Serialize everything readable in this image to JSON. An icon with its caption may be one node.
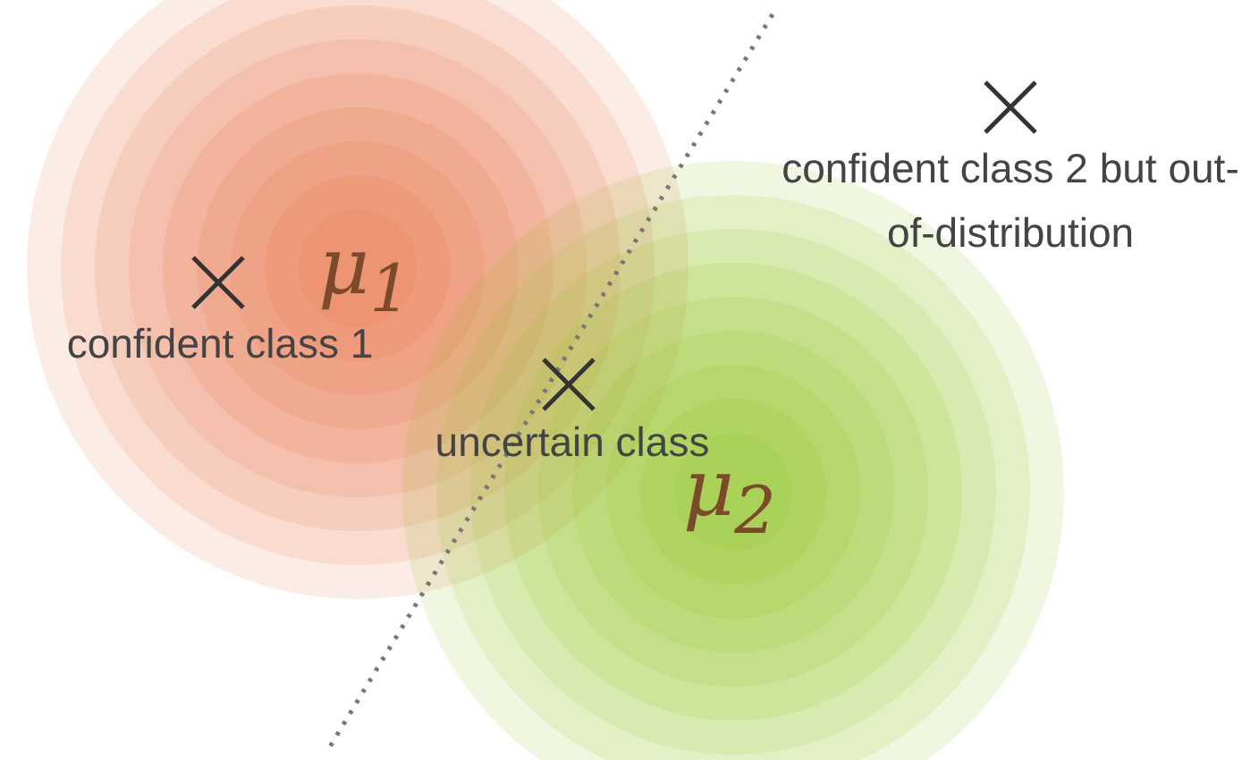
{
  "diagram": {
    "labels": [
      "confident class 2 but out-of-distribution",
      "μ$_{1}$",
      "confident class 1",
      "uncertain class",
      "μ$_{2}$"
    ]
  }
}
